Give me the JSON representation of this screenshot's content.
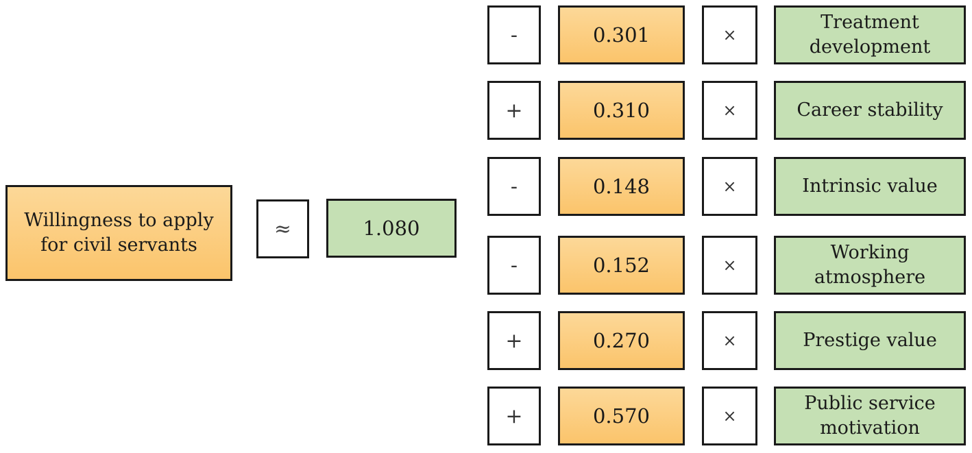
{
  "target": {
    "label": "Willingness to apply for civil servants"
  },
  "approx_symbol": "≈",
  "constant": "1.080",
  "terms": [
    {
      "sign": "-",
      "coefficient": "0.301",
      "times": "×",
      "variable": "Treatment development"
    },
    {
      "sign": "+",
      "coefficient": "0.310",
      "times": "×",
      "variable": "Career stability"
    },
    {
      "sign": "-",
      "coefficient": "0.148",
      "times": "×",
      "variable": "Intrinsic value"
    },
    {
      "sign": "-",
      "coefficient": "0.152",
      "times": "×",
      "variable": "Working atmosphere"
    },
    {
      "sign": "+",
      "coefficient": "0.270",
      "times": "×",
      "variable": "Prestige value"
    },
    {
      "sign": "+",
      "coefficient": "0.570",
      "times": "×",
      "variable": "Public service motivation"
    }
  ],
  "colors": {
    "orange_fill": "#fbc46b",
    "green_fill": "#c5e0b4",
    "border": "#1a1a1a"
  }
}
